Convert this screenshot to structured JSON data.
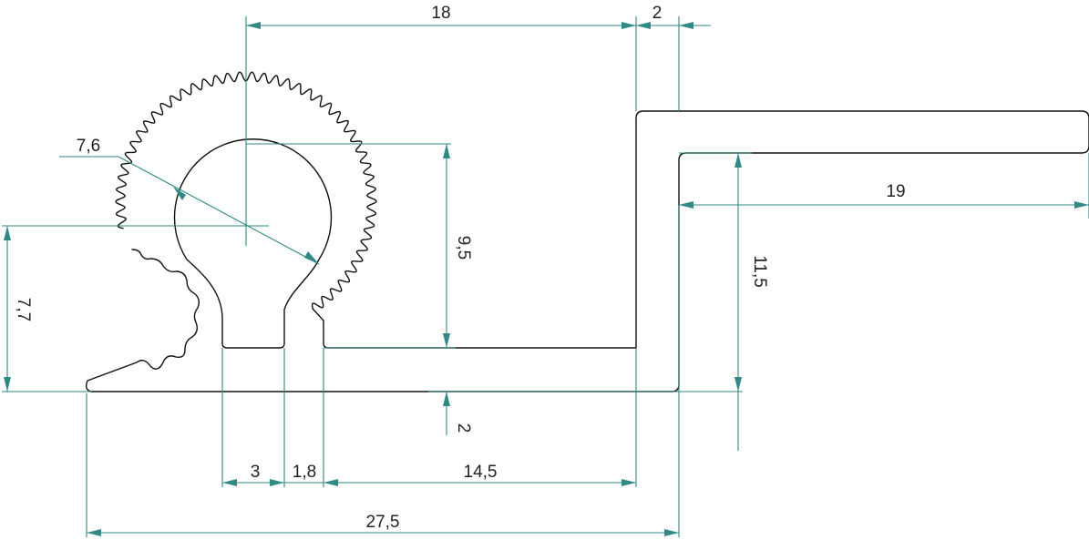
{
  "dimensions": {
    "top_width": "18",
    "top_thickness": "2",
    "flange_length": "19",
    "step_height": "11,5",
    "overall_height": "7,7",
    "bulb_height": "9,5",
    "base_thickness": "2",
    "bulb_diameter": "7,6",
    "neck_width": "3",
    "gap_width": "1,8",
    "base_run": "14,5",
    "overall_length": "27,5"
  },
  "colors": {
    "dimension_line": "#2f8a85",
    "profile_line": "#111111",
    "background": "#ffffff"
  }
}
